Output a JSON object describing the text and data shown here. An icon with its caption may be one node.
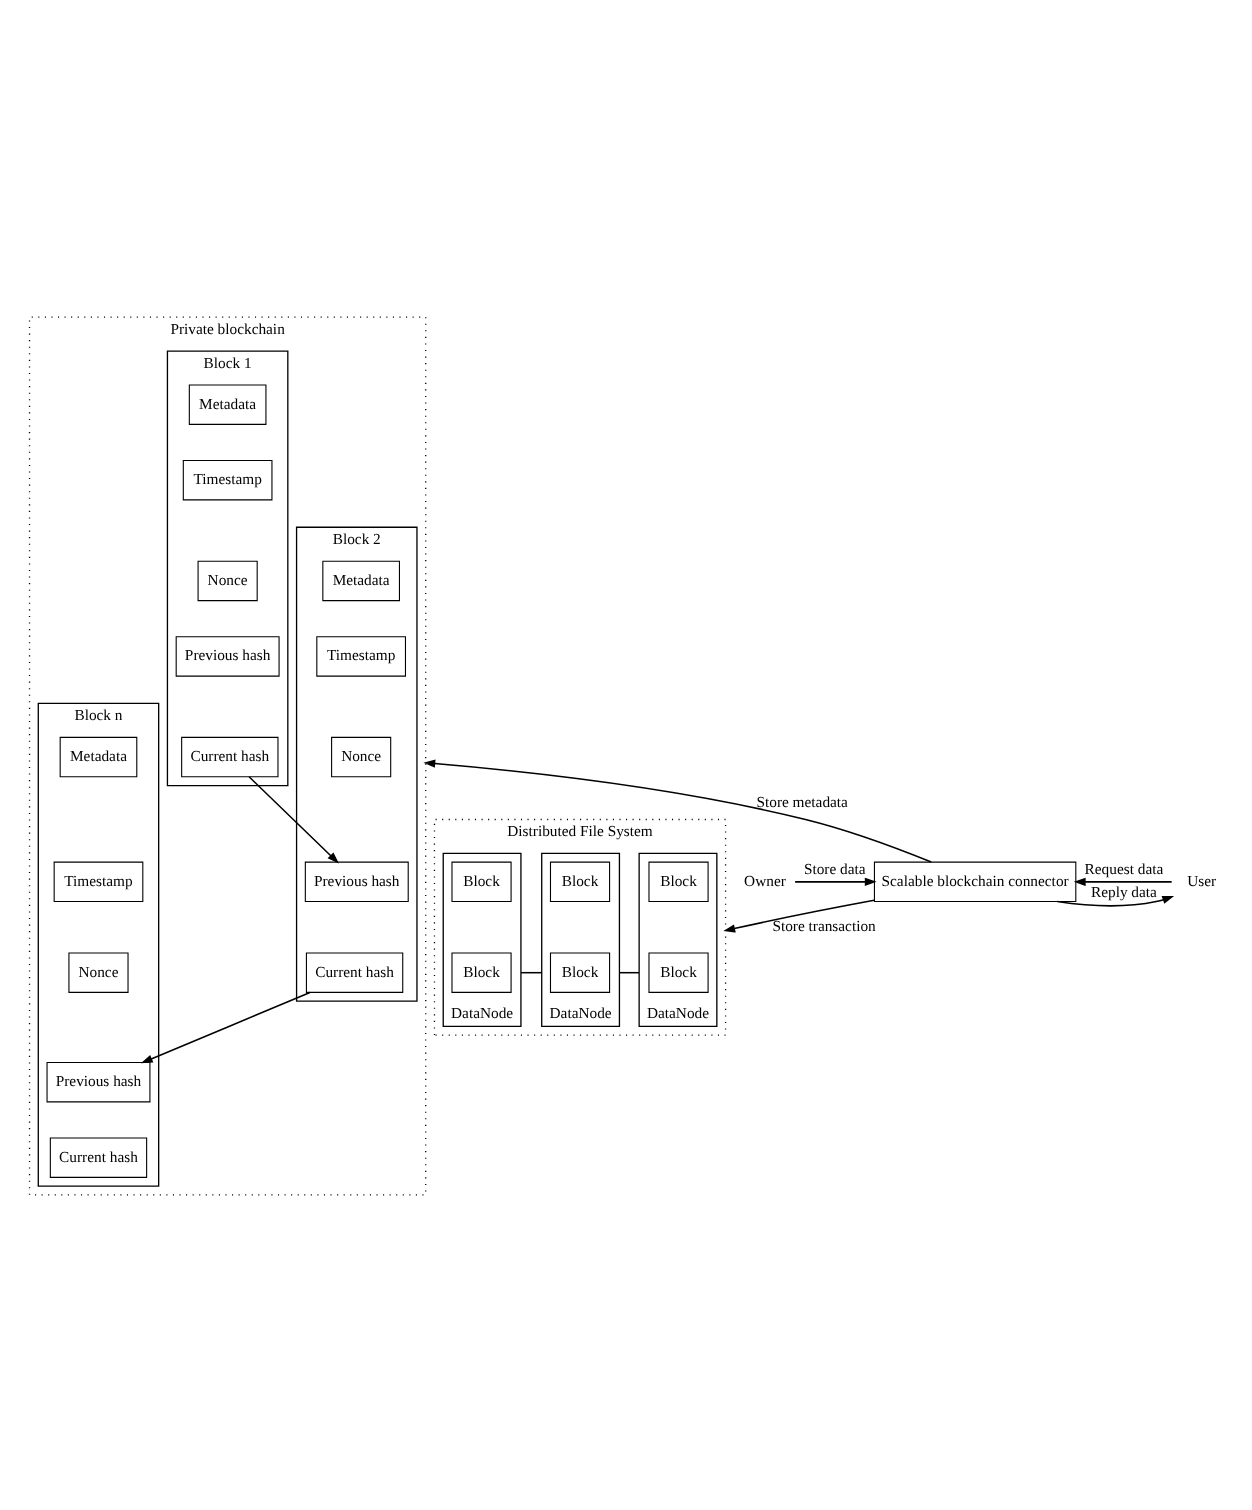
{
  "diagram": {
    "nodes": [
      {
        "text": [
          "Private blockchain"
        ]
      },
      {
        "text": [
          "Block 1"
        ],
        "in": 0
      },
      {
        "text": [
          "Metadata"
        ],
        "in": 1
      },
      {
        "text": [
          "Timestamp"
        ],
        "in": 1
      },
      {
        "text": [
          "Nonce"
        ],
        "in": 1
      },
      {
        "text": [
          "Previous hash"
        ],
        "in": 1
      },
      {
        "text": [
          "Current hash"
        ],
        "in": 1
      },
      {
        "text": [
          "Block 2"
        ],
        "in": 0
      },
      {
        "text": [
          "Metadata"
        ],
        "in": 7
      },
      {
        "text": [
          "Timestamp"
        ],
        "in": 7
      },
      {
        "text": [
          "Nonce"
        ],
        "in": 7
      },
      {
        "text": [
          "Previous hash"
        ],
        "in": 7
      },
      {
        "text": [
          "Current hash"
        ],
        "in": 7
      },
      {
        "text": [
          "Block n"
        ],
        "in": 0
      },
      {
        "text": [
          "Metadata"
        ],
        "in": 13
      },
      {
        "text": [
          "Timestamp"
        ],
        "in": 13
      },
      {
        "text": [
          "Nonce"
        ],
        "in": 13
      },
      {
        "text": [
          "Previous hash"
        ],
        "in": 13
      },
      {
        "text": [
          "Current hash"
        ],
        "in": 13
      },
      {
        "text": [
          "Scalable blockchain connector"
        ]
      },
      {
        "text": [
          "Owner"
        ]
      },
      {
        "text": [
          "User"
        ]
      },
      {
        "text": [
          "Distributed File System"
        ]
      },
      {
        "text": [
          "DataNode"
        ],
        "in": 22
      },
      {
        "text": [
          "Block"
        ],
        "in": 23
      },
      {
        "text": [
          "Block"
        ],
        "in": 23
      },
      {
        "text": [
          "DataNode"
        ],
        "in": 22
      },
      {
        "text": [
          "Block"
        ],
        "in": 26
      },
      {
        "text": [
          "Block"
        ],
        "in": 26
      },
      {
        "text": [
          "DataNode"
        ],
        "in": 22
      },
      {
        "text": [
          "Block"
        ],
        "in": 29
      },
      {
        "text": [
          "Block"
        ],
        "in": 29
      }
    ],
    "edges": [
      {
        "from": 6,
        "to": 11,
        "arrow": "to"
      },
      {
        "from": 12,
        "to": 17,
        "arrow": "to"
      },
      {
        "from": 19,
        "to": 0,
        "arrow": "to",
        "label": "Store metadata"
      },
      {
        "from": 20,
        "to": 19,
        "arrow": "to",
        "label": "Store data"
      },
      {
        "from": 21,
        "to": 19,
        "arrow": "to",
        "label": "Request data"
      },
      {
        "from": 19,
        "to": 21,
        "arrow": "to",
        "label": "Reply data"
      },
      {
        "from": 19,
        "to": 22,
        "arrow": "to",
        "label": "Store transaction"
      },
      {
        "from": 23,
        "to": 26,
        "arrow": "none"
      },
      {
        "from": 26,
        "to": 29,
        "arrow": "none"
      }
    ]
  }
}
